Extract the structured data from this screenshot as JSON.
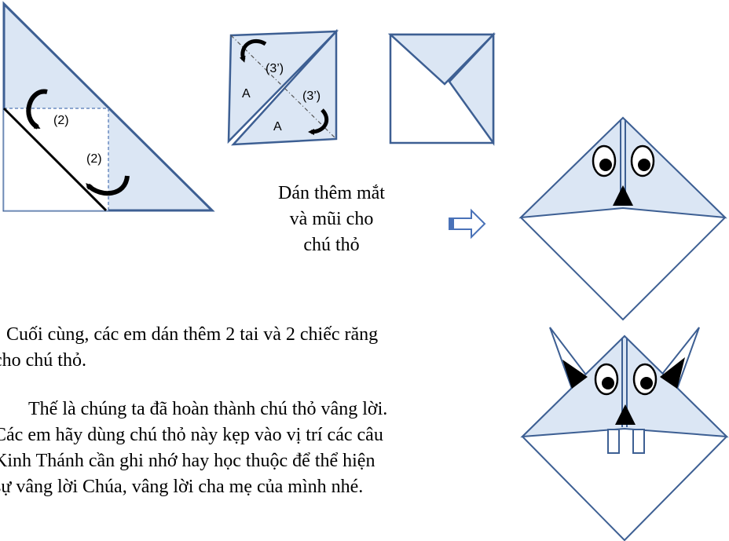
{
  "labels": {
    "step2_a": "(2)",
    "step2_b": "(2)",
    "step3_a": "(3’)",
    "step3_b": "(3’)",
    "flap_a1": "A",
    "flap_a2": "A"
  },
  "caption_lines": [
    "Dán thêm mắt",
    "và mũi cho",
    "chú thỏ"
  ],
  "paragraph1": {
    "lines": [
      "Cuối cùng, các em dán thêm 2 tai và 2 chiếc răng",
      "cho chú thỏ."
    ]
  },
  "paragraph2": {
    "lines": [
      "Thế là chúng ta đã hoàn thành chú thỏ vâng lời.",
      "Các em hãy dùng chú thỏ này kẹp vào vị trí các câu",
      "Kinh Thánh cần ghi nhớ hay học thuộc để thể hiện",
      "sự vâng lời Chúa, vâng lời cha mẹ của mình nhé."
    ]
  },
  "colors": {
    "paper_fill": "#dbe6f4",
    "outline": "#3d5f93",
    "arrow_block": "#4a72b8"
  }
}
